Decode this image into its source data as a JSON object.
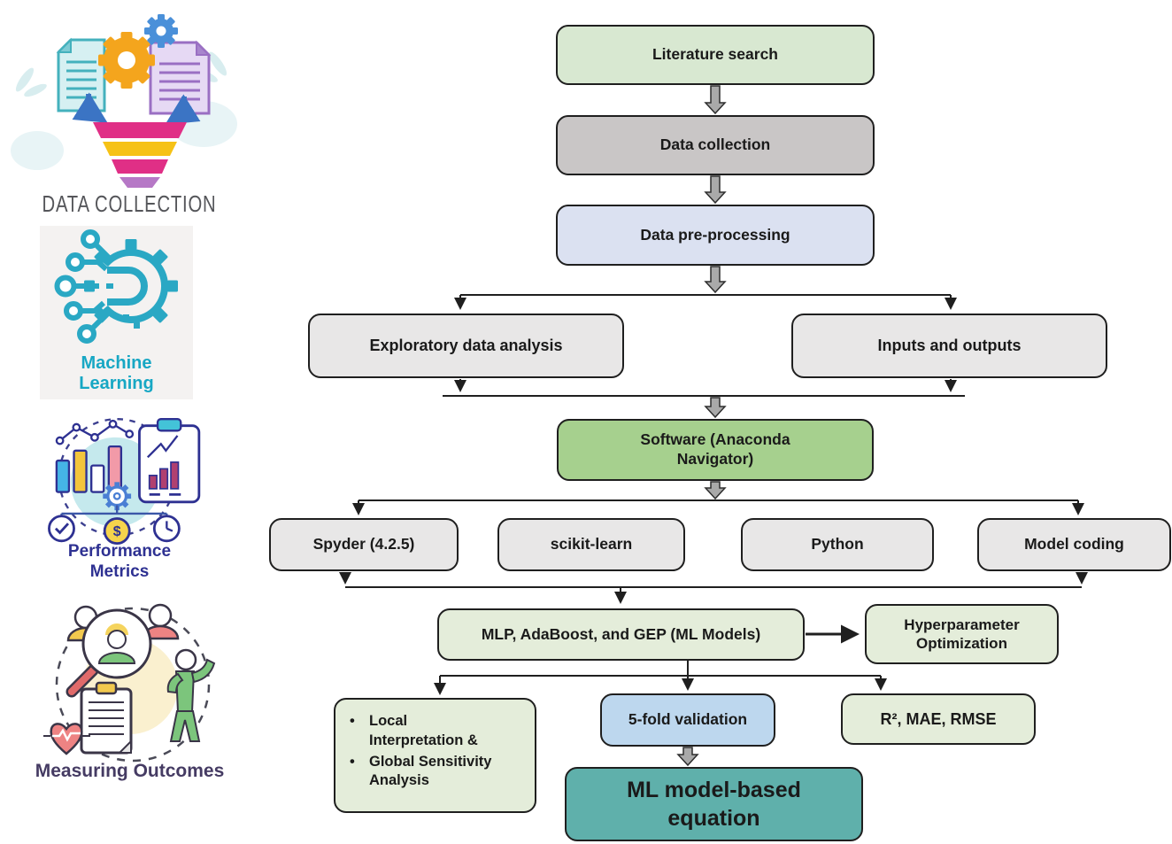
{
  "page": {
    "background": "#ffffff",
    "description_domain": "ML workflow flowchart"
  },
  "colors": {
    "box_border": "#1f1f1f",
    "text": "#1a1a1a",
    "light_green": "#d8e8d1",
    "gray": "#c9c6c6",
    "lavender": "#dbe1f1",
    "light_gray": "#e8e7e7",
    "green": "#a6d08e",
    "pale_green": "#e4edda",
    "light_blue": "#bdd7ee",
    "teal": "#5fb0ab",
    "arrow_gray": "#a9a9a9",
    "connector": "#1f1f1f"
  },
  "flowchart": {
    "nodes": {
      "literature": {
        "label": "Literature search",
        "fill": "#d8e8d1"
      },
      "data_collection": {
        "label": "Data collection",
        "fill": "#c9c6c6"
      },
      "preprocessing": {
        "label": "Data pre-processing",
        "fill": "#dbe1f1"
      },
      "eda": {
        "label": "Exploratory data analysis",
        "fill": "#e8e7e7"
      },
      "io": {
        "label": "Inputs and outputs",
        "fill": "#e8e7e7"
      },
      "software": {
        "label": "Software (Anaconda Navigator)",
        "fill": "#a6d08e"
      },
      "spyder": {
        "label": "Spyder (4.2.5)",
        "fill": "#e8e7e7"
      },
      "sklearn": {
        "label": "scikit-learn",
        "fill": "#e8e7e7"
      },
      "python": {
        "label": "Python",
        "fill": "#e8e7e7"
      },
      "model_coding": {
        "label": "Model coding",
        "fill": "#e8e7e7"
      },
      "ml_models": {
        "label": "MLP, AdaBoost, and GEP (ML Models)",
        "fill": "#e4edda"
      },
      "hyperparam": {
        "label": "Hyperparameter Optimization",
        "fill": "#e4edda"
      },
      "local_interp": {
        "bullets": [
          "Local Interpretation &",
          "Global Sensitivity Analysis"
        ],
        "fill": "#e4edda"
      },
      "kfold": {
        "label": "5-fold validation",
        "fill": "#bdd7ee"
      },
      "metrics": {
        "label": "R², MAE, RMSE",
        "fill": "#e4edda"
      },
      "equation": {
        "label": "ML model-based equation",
        "fill": "#5fb0ab"
      }
    }
  },
  "sidebar": {
    "icons": [
      {
        "icon": "funnel-documents-gears-icon",
        "label": "DATA COLLECTION"
      },
      {
        "icon": "gear-circuit-icon",
        "label": "Machine Learning"
      },
      {
        "icon": "charts-gear-metrics-icon",
        "label": "Performance Metrics"
      },
      {
        "icon": "people-clipboard-magnifier-icon",
        "label": "Measuring Outcomes"
      }
    ]
  }
}
